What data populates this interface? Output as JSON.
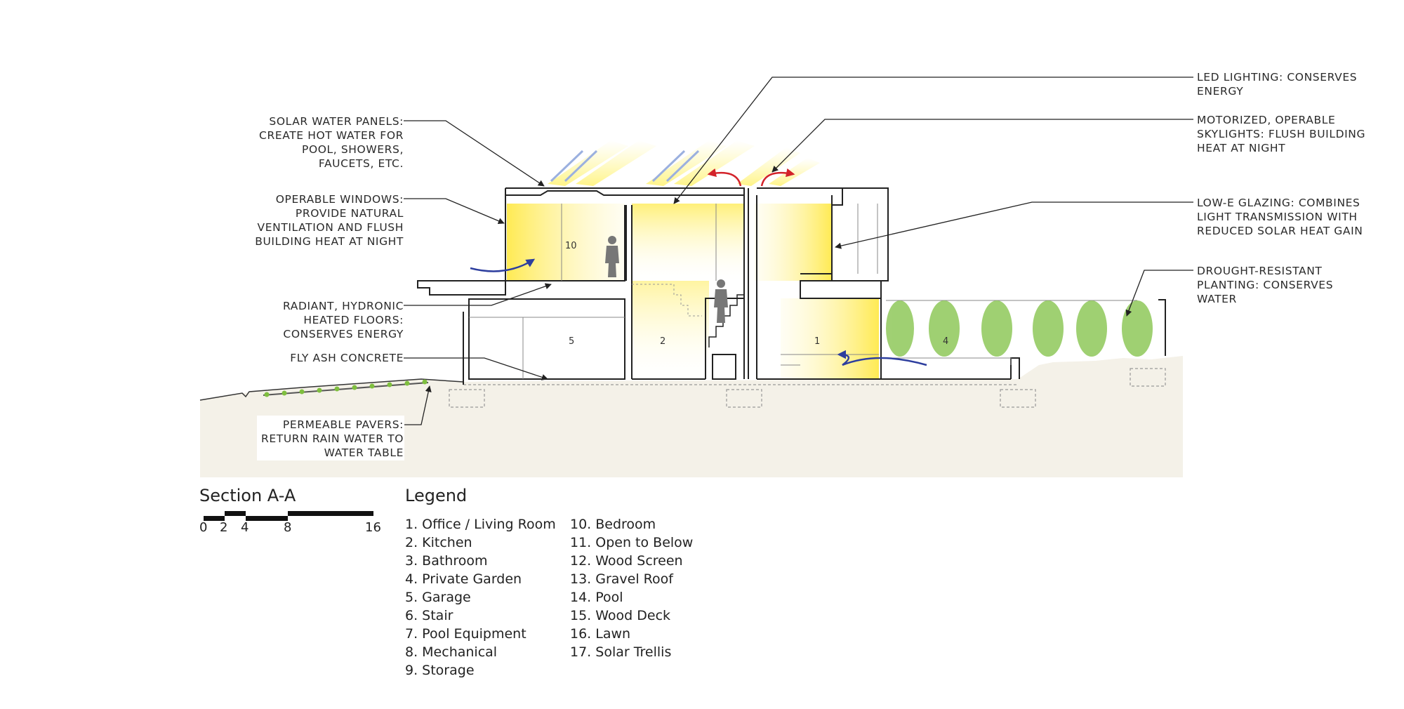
{
  "annotations": {
    "solar_water_panels": [
      "SOLAR WATER PANELS:",
      "CREATE HOT WATER FOR",
      "POOL, SHOWERS,",
      "FAUCETS, ETC."
    ],
    "operable_windows": [
      "OPERABLE WINDOWS:",
      "PROVIDE NATURAL",
      "VENTILATION AND FLUSH",
      "BUILDING HEAT AT NIGHT"
    ],
    "radiant_floors": [
      "RADIANT, HYDRONIC",
      "HEATED FLOORS:",
      "CONSERVES ENERGY"
    ],
    "fly_ash": [
      "FLY ASH CONCRETE"
    ],
    "permeable_pavers": [
      "PERMEABLE PAVERS:",
      "RETURN RAIN WATER TO",
      "WATER TABLE"
    ],
    "led_lighting": [
      "LED LIGHTING: CONSERVES",
      "ENERGY"
    ],
    "skylights": [
      "MOTORIZED, OPERABLE",
      "SKYLIGHTS: FLUSH BUILDING",
      "HEAT AT NIGHT"
    ],
    "low_e": [
      "LOW-E GLAZING: COMBINES",
      "LIGHT TRANSMISSION WITH",
      "REDUCED SOLAR HEAT GAIN"
    ],
    "drought": [
      "DROUGHT-RESISTANT",
      "PLANTING: CONSERVES",
      "WATER"
    ]
  },
  "rooms": {
    "r10": "10",
    "r5": "5",
    "r2": "2",
    "r1": "1",
    "r4": "4"
  },
  "section_title": "Section A-A",
  "scale_labels": [
    "0",
    "2",
    "4",
    "8",
    "16"
  ],
  "legend_title": "Legend",
  "legend_col1": [
    "1.  Office / Living Room",
    "2.  Kitchen",
    "3.  Bathroom",
    "4.  Private Garden",
    "5.  Garage",
    "6.  Stair",
    "7.  Pool Equipment",
    "8.  Mechanical",
    "9.  Storage"
  ],
  "legend_col2": [
    "10.  Bedroom",
    "11.  Open to Below",
    "12.  Wood Screen",
    "13.  Gravel Roof",
    "14.  Pool",
    "15.  Wood Deck",
    "16.  Lawn",
    "17.  Solar Trellis"
  ],
  "colors": {
    "ground": "#f4f1e8",
    "light": "#ffe94a",
    "sun": "#fff37a",
    "arrow_blue": "#2d3e9e",
    "arrow_red": "#d3232a",
    "plant": "#7fbf3f",
    "panel_ray": "#9bb0df"
  }
}
